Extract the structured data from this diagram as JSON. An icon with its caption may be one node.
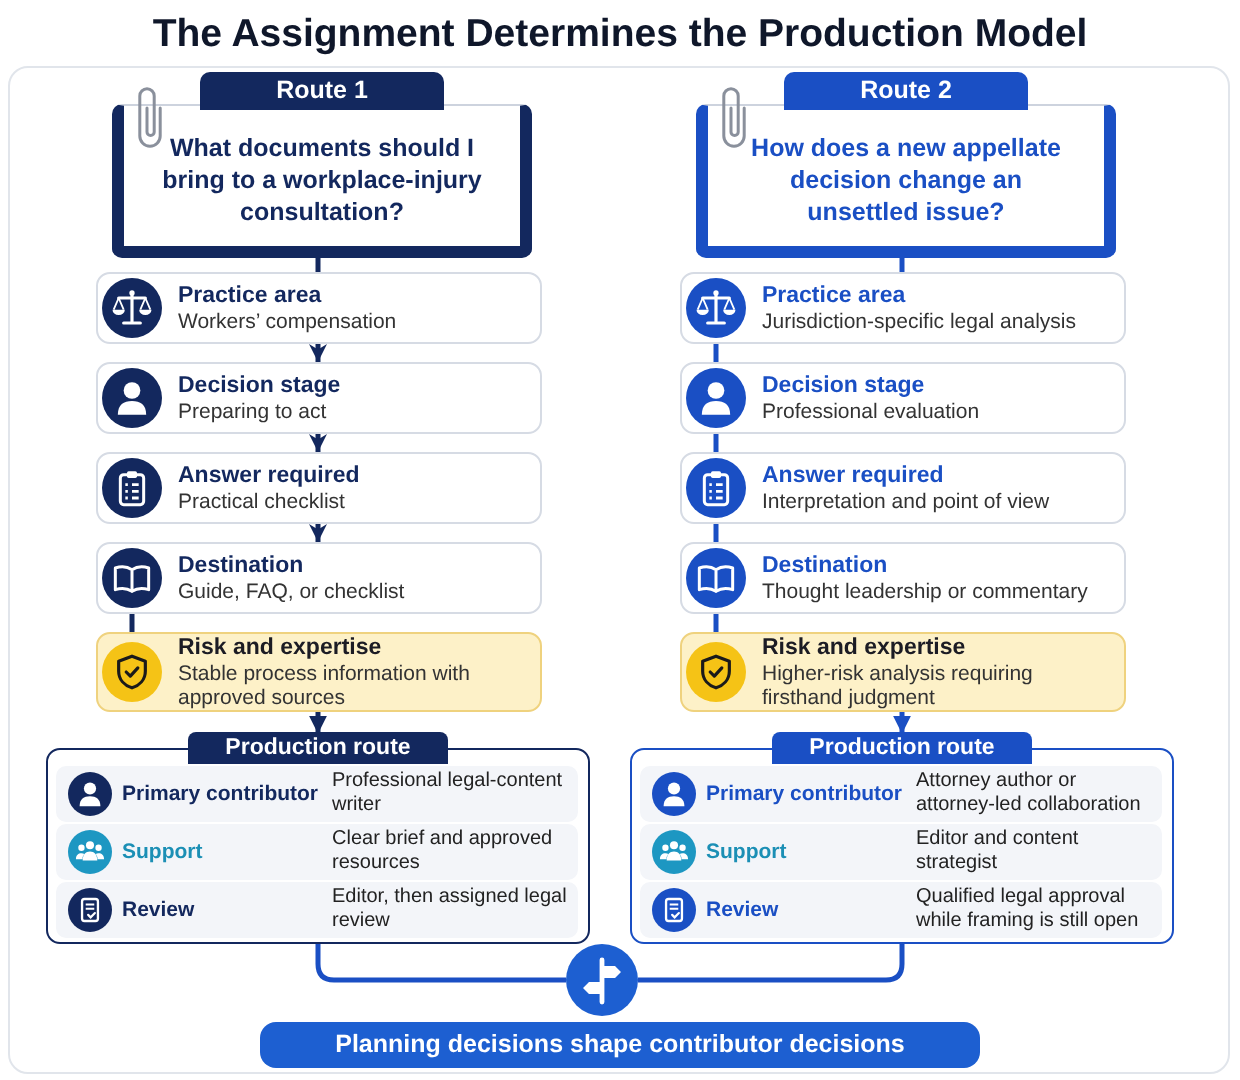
{
  "diagram": {
    "title": "The Assignment Determines the Production Model",
    "nodes": [
      {
        "text": [
          "Route 1",
          "What documents should I bring to a workplace-injury consultation?"
        ]
      },
      {
        "text": [
          "Practice area",
          "Workers’ compensation"
        ]
      },
      {
        "text": [
          "Decision stage",
          "Preparing to act"
        ]
      },
      {
        "text": [
          "Answer required",
          "Practical checklist"
        ]
      },
      {
        "text": [
          "Destination",
          "Guide, FAQ, or checklist"
        ]
      },
      {
        "text": [
          "Risk and expertise",
          "Stable process information with approved sources"
        ]
      },
      {
        "text": [
          "Production route"
        ]
      },
      {
        "text": [
          "Primary contributor",
          "Professional legal-content writer"
        ],
        "in": 6
      },
      {
        "text": [
          "Support",
          "Clear brief and approved resources"
        ],
        "in": 6
      },
      {
        "text": [
          "Review",
          "Editor, then assigned legal review"
        ],
        "in": 6
      },
      {
        "text": [
          "Route 2",
          "How does a new appellate decision change an unsettled issue?"
        ]
      },
      {
        "text": [
          "Practice area",
          "Jurisdiction-specific legal analysis"
        ]
      },
      {
        "text": [
          "Decision stage",
          "Professional evaluation"
        ]
      },
      {
        "text": [
          "Answer required",
          "Interpretation and point of view"
        ]
      },
      {
        "text": [
          "Destination",
          "Thought leadership or commentary"
        ]
      },
      {
        "text": [
          "Risk and expertise",
          "Higher-risk analysis requiring firsthand judgment"
        ]
      },
      {
        "text": [
          "Production route"
        ]
      },
      {
        "text": [
          "Primary contributor",
          "Attorney author or attorney-led collaboration"
        ],
        "in": 16
      },
      {
        "text": [
          "Support",
          "Editor and content strategist"
        ],
        "in": 16
      },
      {
        "text": [
          "Review",
          "Qualified legal approval while framing is still open"
        ],
        "in": 16
      },
      {
        "text": [],
        "shape": "circle"
      },
      {
        "text": [
          "Planning decisions shape contributor decisions"
        ]
      }
    ],
    "edges": [
      {
        "from": 0,
        "to": 1,
        "arrow": "none",
        "color": "#13285e"
      },
      {
        "from": 1,
        "to": 2,
        "arrow": "to",
        "color": "#13285e"
      },
      {
        "from": 2,
        "to": 3,
        "arrow": "to",
        "color": "#13285e"
      },
      {
        "from": 3,
        "to": 4,
        "arrow": "to",
        "color": "#13285e"
      },
      {
        "from": 4,
        "to": 5,
        "arrow": "none",
        "color": "#13285e"
      },
      {
        "from": 5,
        "to": 6,
        "arrow": "to",
        "color": "#13285e"
      },
      {
        "from": 6,
        "to": 20,
        "arrow": "none",
        "color": "#1a4fc4"
      },
      {
        "from": 10,
        "to": 11,
        "arrow": "none",
        "color": "#1a4fc4"
      },
      {
        "from": 11,
        "to": 12,
        "arrow": "none",
        "color": "#1a4fc4"
      },
      {
        "from": 12,
        "to": 13,
        "arrow": "none",
        "color": "#1a4fc4"
      },
      {
        "from": 13,
        "to": 14,
        "arrow": "none",
        "color": "#1a4fc4"
      },
      {
        "from": 14,
        "to": 15,
        "arrow": "none",
        "color": "#1a4fc4"
      },
      {
        "from": 15,
        "to": 16,
        "arrow": "to",
        "color": "#1a4fc4"
      },
      {
        "from": 16,
        "to": 20,
        "arrow": "none",
        "color": "#1a4fc4"
      }
    ]
  }
}
